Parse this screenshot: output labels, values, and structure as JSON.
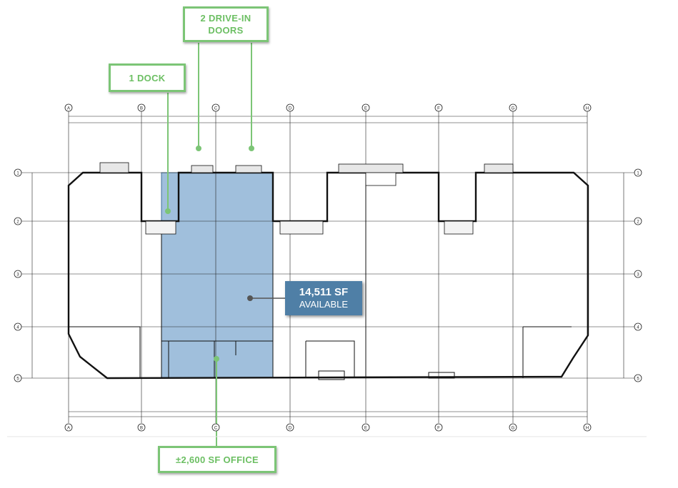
{
  "callouts": {
    "drive_in_line1": "2 DRIVE-IN",
    "drive_in_line2": "DOORS",
    "dock": "1 DOCK",
    "area_sf": "14,511 SF",
    "area_status": "AVAILABLE",
    "office": "±2,600 SF OFFICE"
  },
  "grid": {
    "columns": [
      "A",
      "B",
      "C",
      "D",
      "E",
      "F",
      "G",
      "H"
    ],
    "rows": [
      "1",
      "2",
      "3",
      "4",
      "5"
    ]
  },
  "colors": {
    "callout_green": "#7cc576",
    "available_fill": "#8fb4d6",
    "available_tag": "#4f7fa6",
    "plan_line": "#111111"
  }
}
